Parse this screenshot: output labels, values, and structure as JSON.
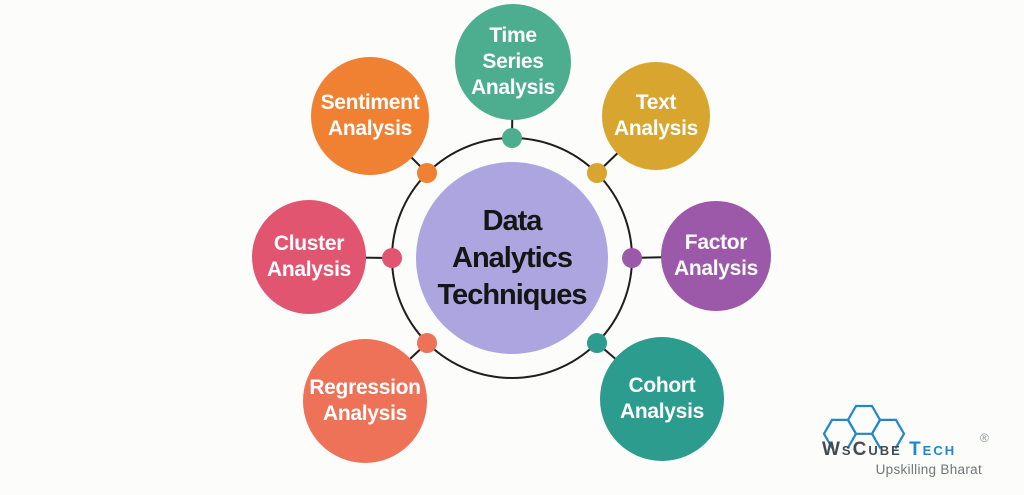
{
  "diagram": {
    "title": "Data Analytics Techniques",
    "background_color": "#FCFCFA",
    "connector_color": "#1E1E1E",
    "center": {
      "lines": [
        "Data",
        "Analytics",
        "Techniques"
      ],
      "color": "#ADA5DF",
      "text_color": "#151515"
    },
    "nodes": [
      {
        "id": "time-series-analysis",
        "lines": [
          "Time",
          "Series",
          "Analysis"
        ],
        "color": "#4CAE8E"
      },
      {
        "id": "text-analysis",
        "lines": [
          "Text",
          "Analysis"
        ],
        "color": "#D8A52E"
      },
      {
        "id": "factor-analysis",
        "lines": [
          "Factor",
          "Analysis"
        ],
        "color": "#9C58A9"
      },
      {
        "id": "cohort-analysis",
        "lines": [
          "Cohort",
          "Analysis"
        ],
        "color": "#2C9C8F"
      },
      {
        "id": "regression-analysis",
        "lines": [
          "Regression",
          "Analysis"
        ],
        "color": "#ED7257"
      },
      {
        "id": "cluster-analysis",
        "lines": [
          "Cluster",
          "Analysis"
        ],
        "color": "#E15571"
      },
      {
        "id": "sentiment-analysis",
        "lines": [
          "Sentiment",
          "Analysis"
        ],
        "color": "#F08133"
      }
    ]
  },
  "logo": {
    "brand_primary": "WsCube",
    "brand_secondary": "Tech",
    "registered_mark": "®",
    "tagline": "Upskilling Bharat",
    "hexagon_color": "#2187C9",
    "brand_primary_color": "#454B50",
    "brand_secondary_color": "#2187C9",
    "tagline_color": "#70767A"
  }
}
